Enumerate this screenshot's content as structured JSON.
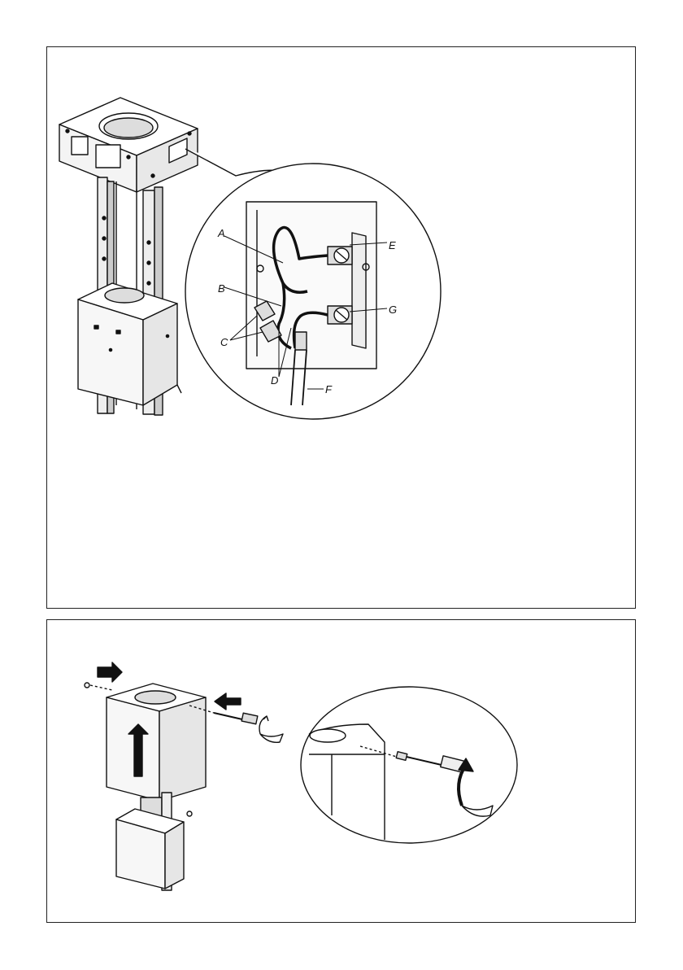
{
  "figure1": {
    "labels": {
      "a": "A",
      "b": "B",
      "c": "C",
      "d": "D",
      "e": "E",
      "f": "F",
      "g": "G"
    }
  }
}
